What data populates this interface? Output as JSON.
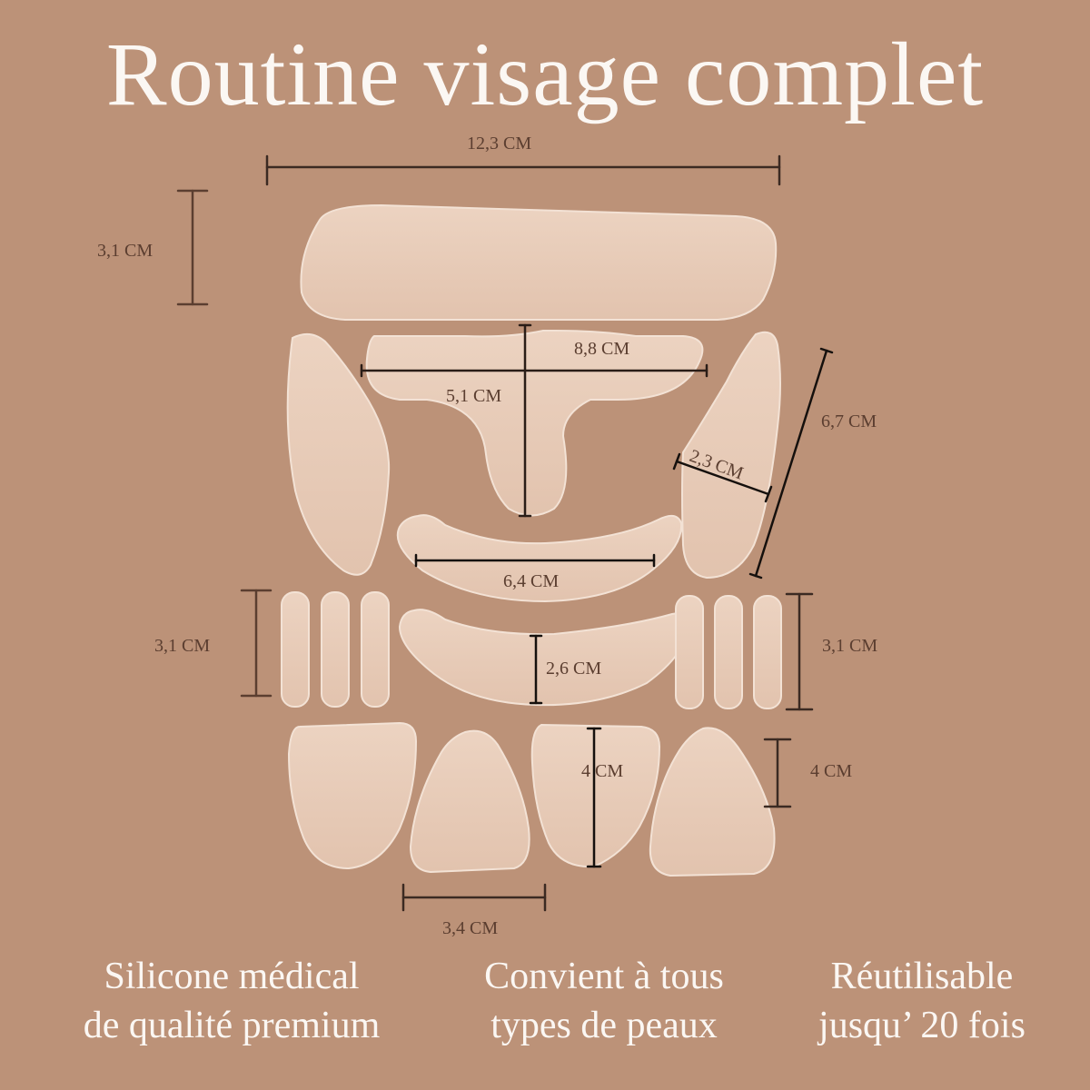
{
  "title": "Routine visage complet",
  "dimensions": {
    "forehead_width": "12,3 CM",
    "forehead_height": "3,1 CM",
    "glabella_width": "8,8 CM",
    "glabella_height": "5,1 CM",
    "side_piece_length": "6,7 CM",
    "side_piece_width": "2,3 CM",
    "under_eye_width": "6,4 CM",
    "mouth_height": "2,6 CM",
    "strips_left_height": "3,1 CM",
    "strips_right_height": "3,1 CM",
    "cheek_center_height": "4 CM",
    "cheek_right_height": "4 CM",
    "cheek_width": "3,4 CM"
  },
  "features": [
    {
      "line1": "Silicone médical",
      "line2": "de qualité premium"
    },
    {
      "line1": "Convient à tous",
      "line2": "types de peaux"
    },
    {
      "line1": "Réutilisable",
      "line2": "jusqu’ 20 fois"
    }
  ],
  "colors": {
    "background": "#bc9278",
    "patch": "#e7cbb8",
    "text_light": "#fbf7f3",
    "dimension_text": "#5b3e30"
  }
}
